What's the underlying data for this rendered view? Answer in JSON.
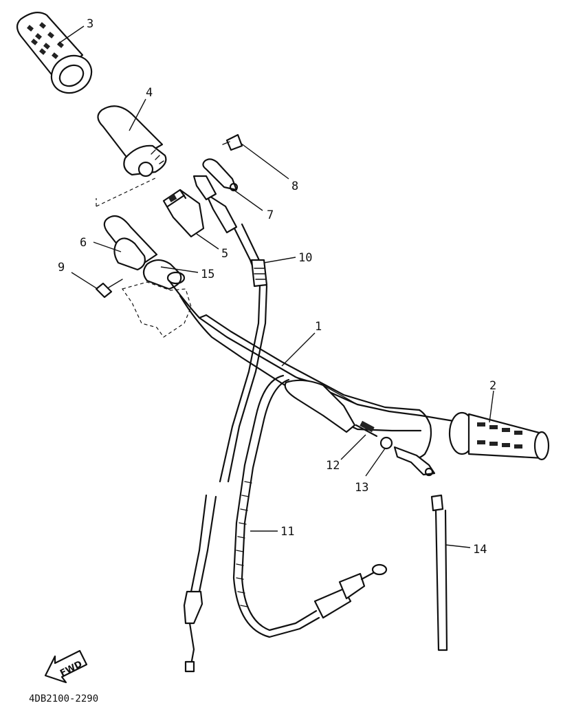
{
  "diagram_code": "4DB2100-2290",
  "fwd_label": "FWD",
  "callouts": {
    "c1": "1",
    "c2": "2",
    "c3": "3",
    "c4": "4",
    "c5": "5",
    "c6": "6",
    "c7": "7",
    "c8": "8",
    "c9": "9",
    "c10": "10",
    "c11": "11",
    "c12": "12",
    "c13": "13",
    "c14": "14",
    "c15": "15"
  }
}
